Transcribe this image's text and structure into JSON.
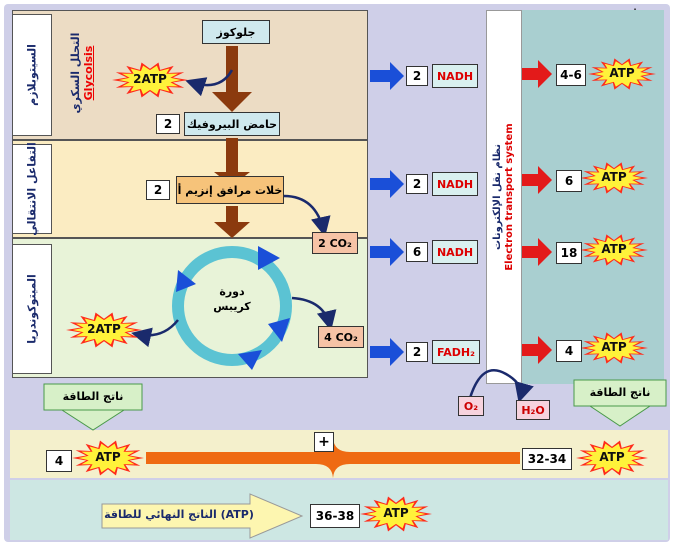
{
  "top_right_mark": "|",
  "glycolysis": {
    "side_label": "السيتوبلازم",
    "title_ar": "التحلل السكري",
    "title_en": "Glycolsis",
    "glucose": "جلوكوز",
    "pyruvate": "حامض البيروفيك",
    "pyruvate_count": "2",
    "atp_burst": "2ATP"
  },
  "link_reaction": {
    "side_label": "التفاعل الانتقالي",
    "acetyl_coa": "خلات مرافق إنزيم أ",
    "acetyl_count": "2",
    "co2": "2 CO₂"
  },
  "krebs": {
    "side_label": "الميتوكوندريا",
    "cycle_label_1": "دورة",
    "cycle_label_2": "كريبس",
    "co2": "4 CO₂",
    "atp_burst": "2ATP"
  },
  "carriers": [
    {
      "count": "2",
      "label": "NADH"
    },
    {
      "count": "2",
      "label": "NADH"
    },
    {
      "count": "6",
      "label": "NADH"
    },
    {
      "count": "2",
      "label": "FADH₂"
    }
  ],
  "etc": {
    "title_ar": "نظام نقل الإلكترونات",
    "title_en": "Electron transport system",
    "outputs": [
      {
        "count": "4-6",
        "label": "ATP"
      },
      {
        "count": "6",
        "label": "ATP"
      },
      {
        "count": "18",
        "label": "ATP"
      },
      {
        "count": "4",
        "label": "ATP"
      }
    ],
    "o2": "O₂",
    "h2o": "H₂O"
  },
  "energy_output_label": "ناتج الطاقة",
  "sum": {
    "left_count": "4",
    "left_label": "ATP",
    "plus": "+",
    "right_count": "32-34",
    "right_label": "ATP"
  },
  "final": {
    "label": "الناتج النهائي للطاقة (ATP)",
    "count": "36-38",
    "atp": "ATP"
  }
}
